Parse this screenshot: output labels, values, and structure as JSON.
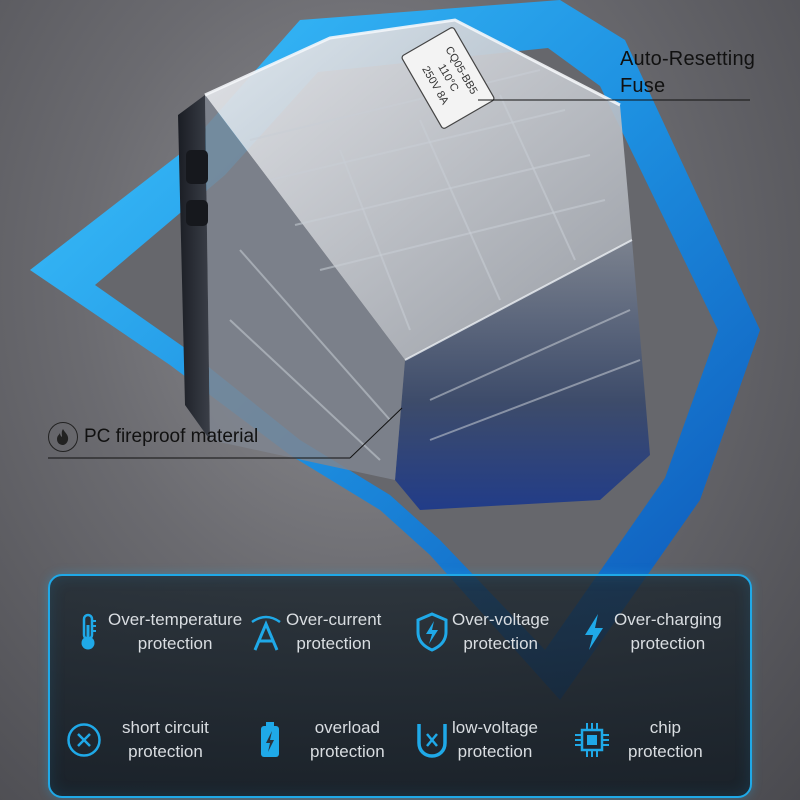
{
  "callouts": {
    "fuse": [
      "Auto-Resetting",
      "Fuse"
    ],
    "pc_material": "PC fireproof material"
  },
  "fuse_chip": {
    "lines": [
      "CQ05-BB5",
      "110°C",
      "250V 8A"
    ]
  },
  "features": [
    {
      "icon": "thermometer-icon",
      "lines": [
        "Over-temperature",
        "protection"
      ]
    },
    {
      "icon": "current-icon",
      "lines": [
        "Over-current",
        "protection"
      ]
    },
    {
      "icon": "shield-bolt-icon",
      "lines": [
        "Over-voltage",
        "protection"
      ]
    },
    {
      "icon": "lightning-icon",
      "lines": [
        "Over-charging",
        "protection"
      ]
    },
    {
      "icon": "circle-x-icon",
      "lines": [
        "short circuit",
        "protection"
      ]
    },
    {
      "icon": "battery-bolt-icon",
      "lines": [
        "overload",
        "protection"
      ]
    },
    {
      "icon": "magnet-x-icon",
      "lines": [
        "low-voltage",
        "protection"
      ]
    },
    {
      "icon": "chip-icon",
      "lines": [
        "chip",
        "protection"
      ]
    }
  ],
  "colors": {
    "accent": "#1fa9e8",
    "background": "#6b6b70",
    "feature_text": "#d9dde1"
  }
}
